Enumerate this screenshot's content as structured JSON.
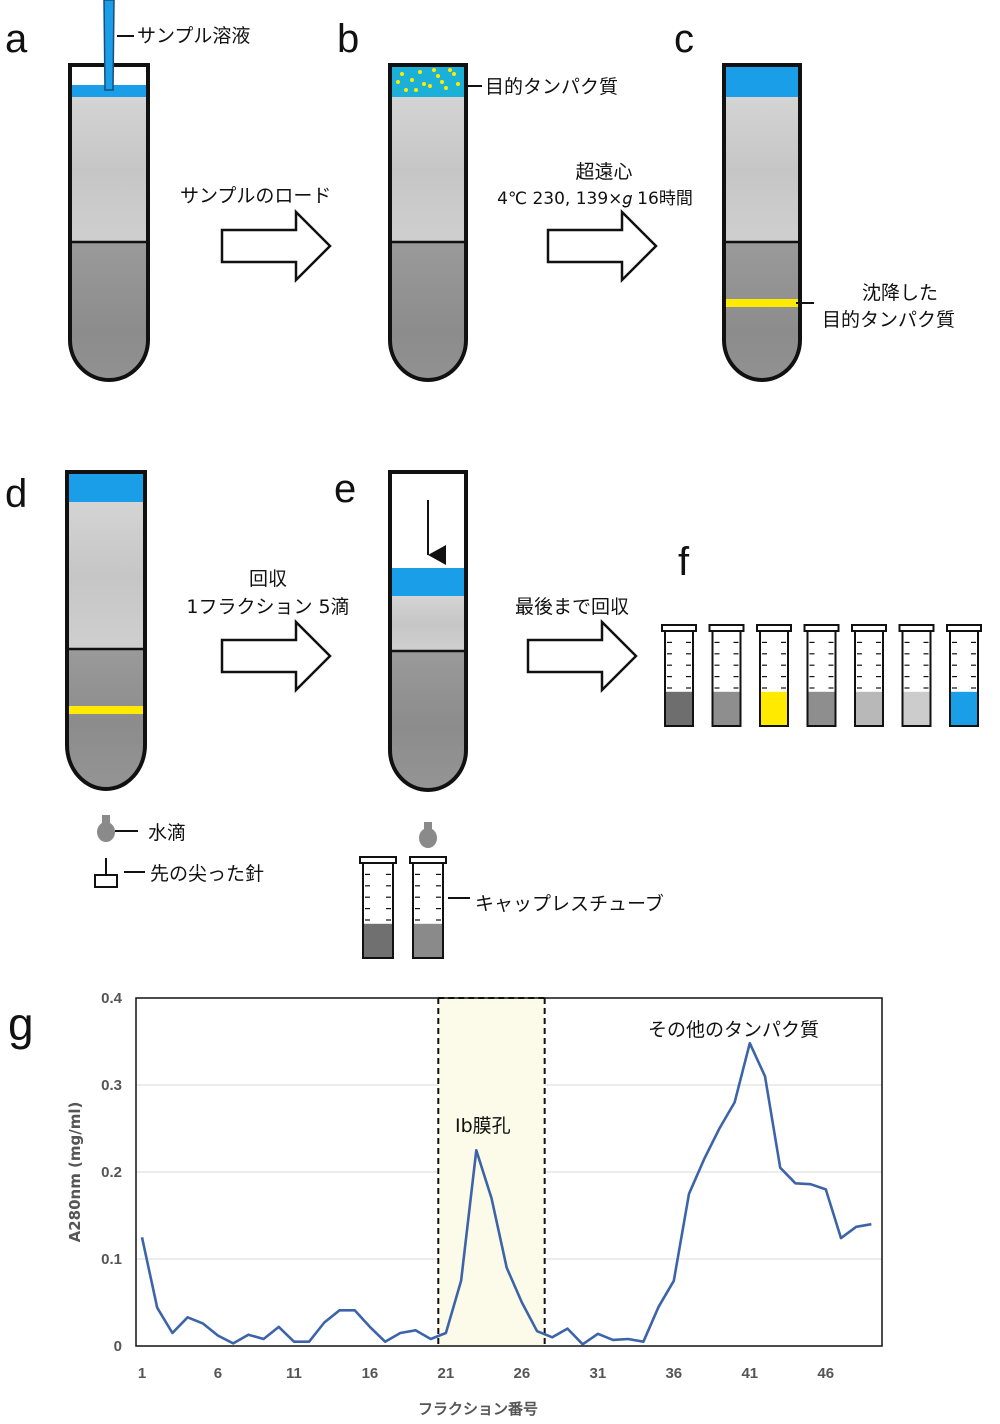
{
  "panels": {
    "a": {
      "label": "a",
      "sample_label": "サンプル溶液"
    },
    "b": {
      "label": "b",
      "target_label": "目的タンパク質"
    },
    "c": {
      "label": "c",
      "settled_label_1": "沈降した",
      "settled_label_2": "目的タンパク質"
    },
    "d": {
      "label": "d",
      "droplet_label": "水滴",
      "needle_label": "先の尖った針"
    },
    "e": {
      "label": "e",
      "tube_label": "キャップレスチューブ"
    },
    "f": {
      "label": "f"
    },
    "g": {
      "label": "g"
    }
  },
  "arrows": {
    "load": "サンプルのロード",
    "centrifuge_title": "超遠心",
    "centrifuge_cond": "4℃ 230, 139×𝑔 16時間",
    "collect_1": "回収",
    "collect_2": "1フラクション 5滴",
    "collect_all": "最後まで回収"
  },
  "colors": {
    "blue": "#1a9ee8",
    "yellow": "#ffea00",
    "upper_gray": "#c8c8c8",
    "lower_gray": "#8f8f8f",
    "line": "#3d64a8",
    "highlight": "#fcfbe9"
  },
  "tubes_f": [
    "dark-gray",
    "gray",
    "yellow",
    "gray",
    "light-gray",
    "lighter-gray",
    "blue"
  ],
  "chart_data": {
    "type": "line",
    "xlabel": "フラクション番号",
    "ylabel": "A280nm (mg/ml)",
    "ylim": [
      0,
      0.4
    ],
    "yticks": [
      "0",
      "0.1",
      "0.2",
      "0.3",
      "0.4"
    ],
    "xticks": [
      "1",
      "6",
      "11",
      "16",
      "21",
      "26",
      "31",
      "36",
      "41",
      "46"
    ],
    "grid": true,
    "highlight_range": [
      20.5,
      27.5
    ],
    "annotations": [
      "Ib膜孔",
      "その他のタンパク質"
    ],
    "x": [
      1,
      2,
      3,
      4,
      5,
      6,
      7,
      8,
      9,
      10,
      11,
      12,
      13,
      14,
      15,
      16,
      17,
      18,
      19,
      20,
      21,
      22,
      23,
      24,
      25,
      26,
      27,
      28,
      29,
      30,
      31,
      32,
      33,
      34,
      35,
      36,
      37,
      38,
      39,
      40,
      41,
      42,
      43,
      44,
      45,
      46,
      47,
      48,
      49
    ],
    "y": [
      0.125,
      0.044,
      0.015,
      0.033,
      0.026,
      0.012,
      0.003,
      0.013,
      0.008,
      0.022,
      0.005,
      0.005,
      0.027,
      0.041,
      0.041,
      0.022,
      0.005,
      0.015,
      0.018,
      0.008,
      0.015,
      0.075,
      0.225,
      0.17,
      0.09,
      0.05,
      0.017,
      0.01,
      0.02,
      0.002,
      0.014,
      0.007,
      0.008,
      0.005,
      0.045,
      0.075,
      0.175,
      0.215,
      0.25,
      0.28,
      0.348,
      0.31,
      0.205,
      0.187,
      0.186,
      0.18,
      0.124,
      0.137,
      0.14
    ]
  }
}
